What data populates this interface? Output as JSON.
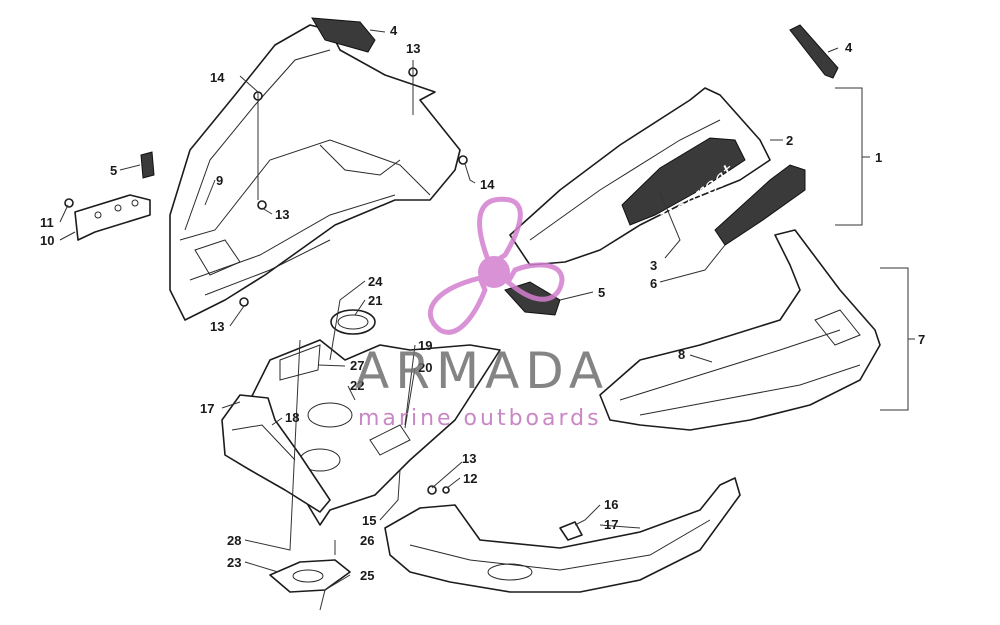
{
  "diagram": {
    "callouts": [
      "1",
      "2",
      "3",
      "4",
      "5",
      "6",
      "7",
      "8",
      "9",
      "10",
      "11",
      "12",
      "13",
      "14",
      "15",
      "16",
      "17",
      "18",
      "19",
      "20",
      "21",
      "22",
      "23",
      "24",
      "25",
      "26",
      "27",
      "28"
    ],
    "hood_logo_text": "Bearcat"
  },
  "watermark": {
    "title": "ARMADA",
    "subtitle": "marine outboards",
    "accent_color": "#d47fcf"
  },
  "colors": {
    "line": "#1c1c1c",
    "background": "#ffffff"
  }
}
